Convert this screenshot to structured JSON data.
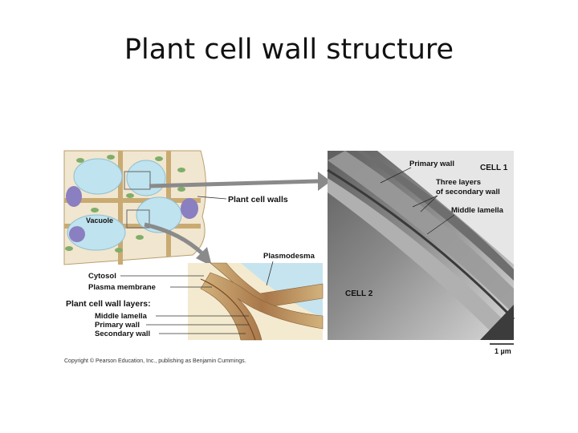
{
  "slide": {
    "title": "Plant cell wall structure"
  },
  "diagram": {
    "labels": {
      "plant_cell_walls": "Plant cell walls",
      "vacuole": "Vacuole",
      "plasmodesma": "Plasmodesma",
      "cytosol": "Cytosol",
      "plasma_membrane": "Plasma membrane",
      "layers_heading": "Plant cell wall layers:",
      "middle_lamella": "Middle lamella",
      "primary_wall": "Primary wall",
      "secondary_wall": "Secondary wall"
    },
    "copyright": "Copyright © Pearson Education, Inc., publishing as Benjamin Cummings."
  },
  "micrograph": {
    "labels": {
      "primary_wall": "Primary wall",
      "cell1": "CELL 1",
      "three_layers_line1": "Three layers",
      "three_layers_line2": "of secondary wall",
      "middle_lamella": "Middle lamella",
      "cell2": "CELL 2",
      "scale": "1 µm"
    }
  },
  "colors": {
    "vacuole": "#bfe3ef",
    "wall": "#e8d6b0",
    "cytosol": "#f4ead0",
    "chloroplast": "#7fae6a",
    "nucleus": "#8a7fc0",
    "arrow": "#8a8a8a"
  }
}
